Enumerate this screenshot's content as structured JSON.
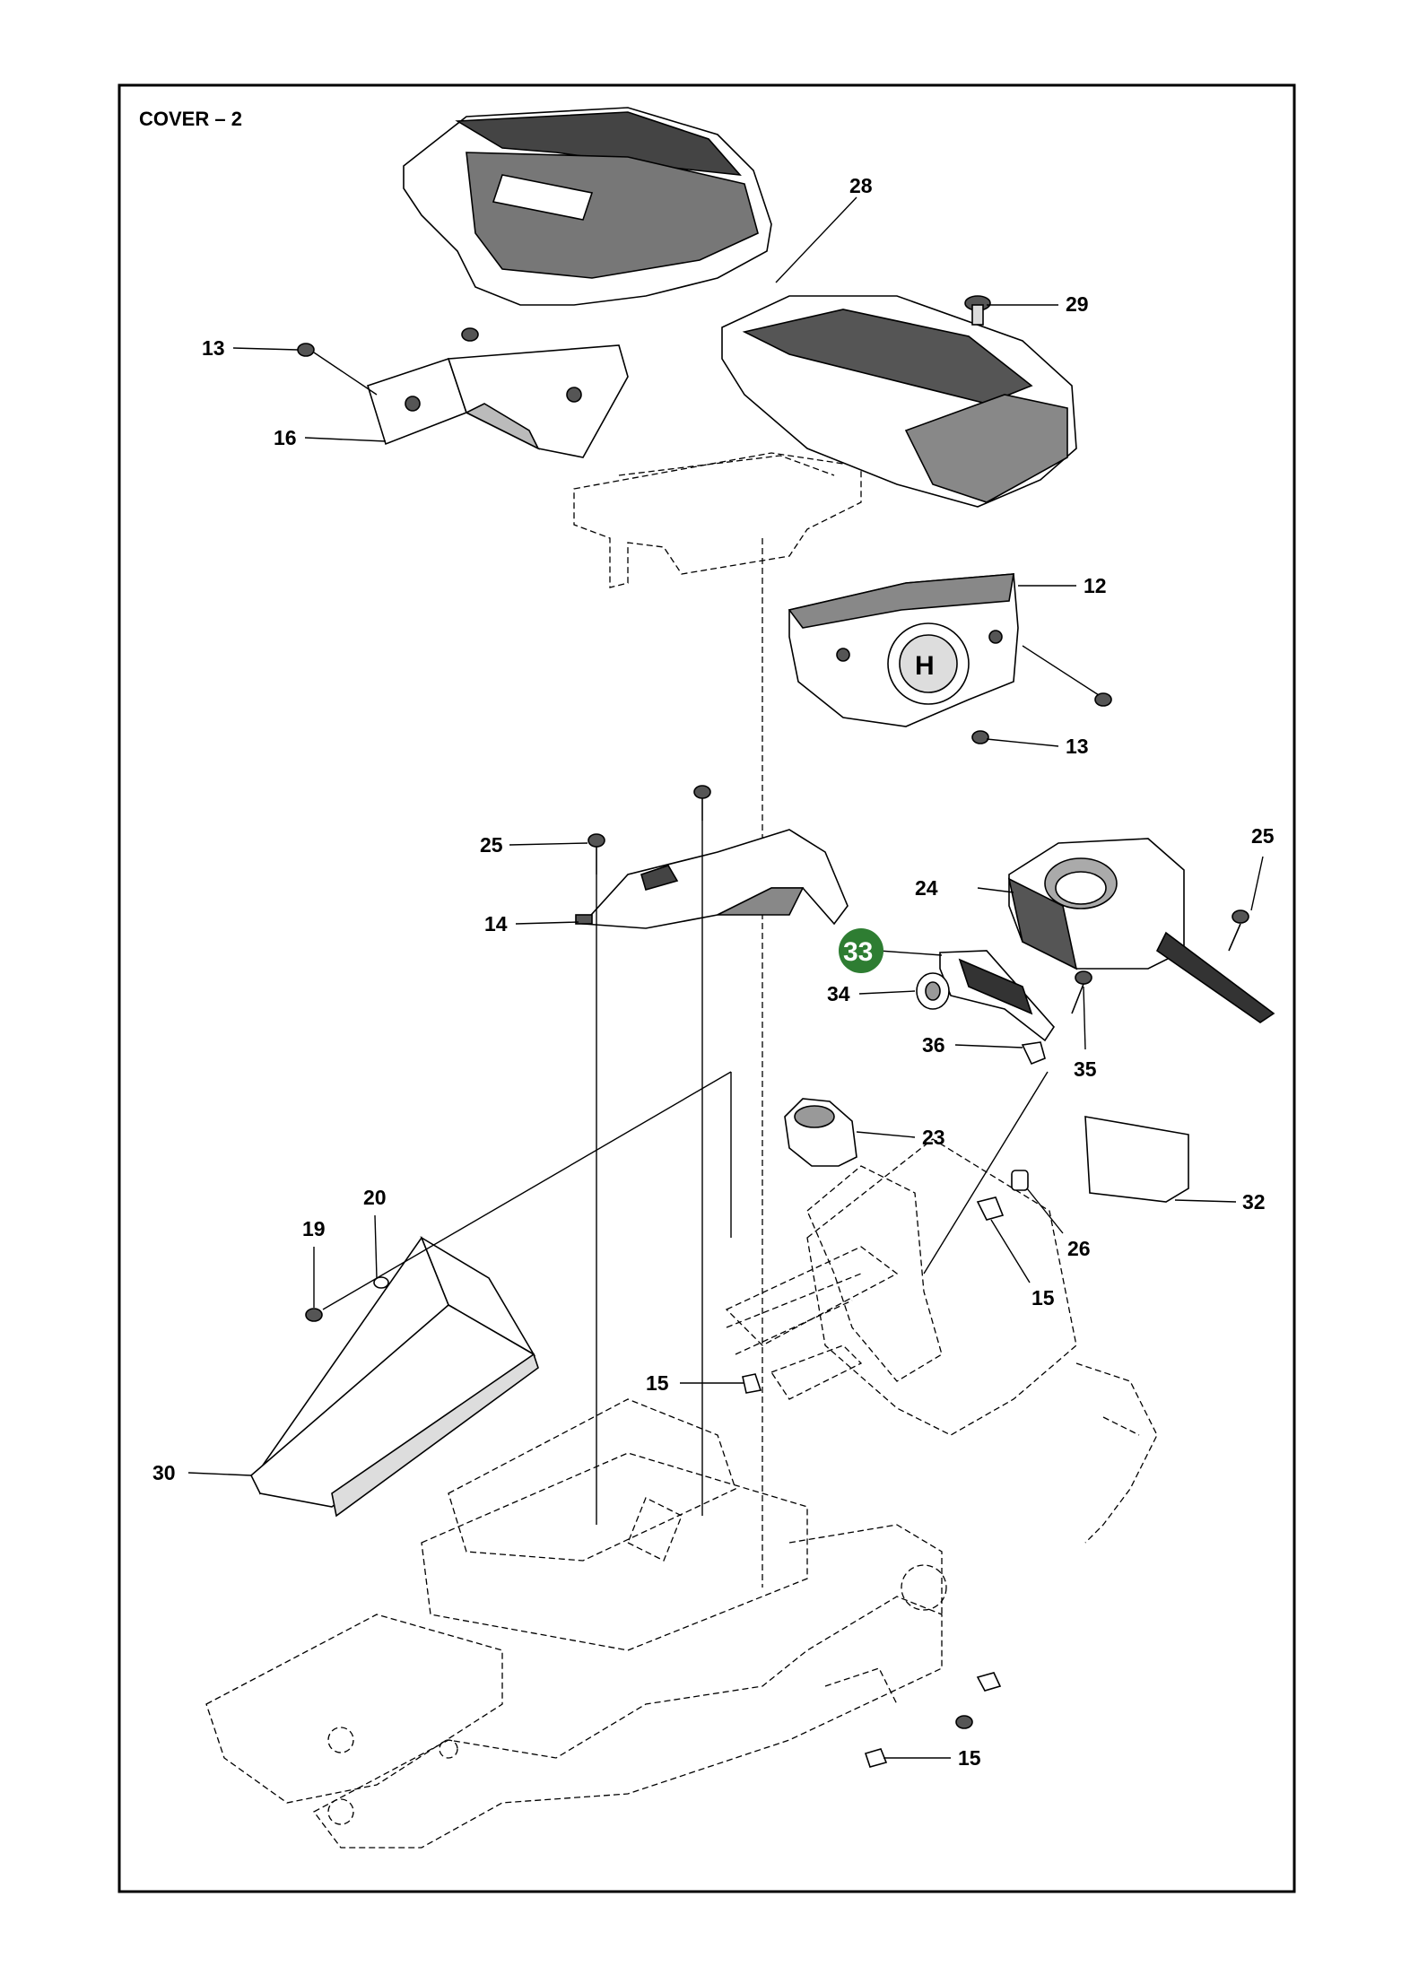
{
  "title": "COVER – 2",
  "highlight_color": "#2e7d32",
  "callouts": {
    "c28": "28",
    "c29": "29",
    "c13a": "13",
    "c16": "16",
    "c12": "12",
    "c13b": "13",
    "c25a": "25",
    "c14": "14",
    "c33": "33",
    "c34": "34",
    "c36": "36",
    "c35": "35",
    "c24": "24",
    "c25b": "25",
    "c23": "23",
    "c20": "20",
    "c19": "19",
    "c32": "32",
    "c26": "26",
    "c15a": "15",
    "c15b": "15",
    "c30": "30",
    "c15c": "15"
  }
}
